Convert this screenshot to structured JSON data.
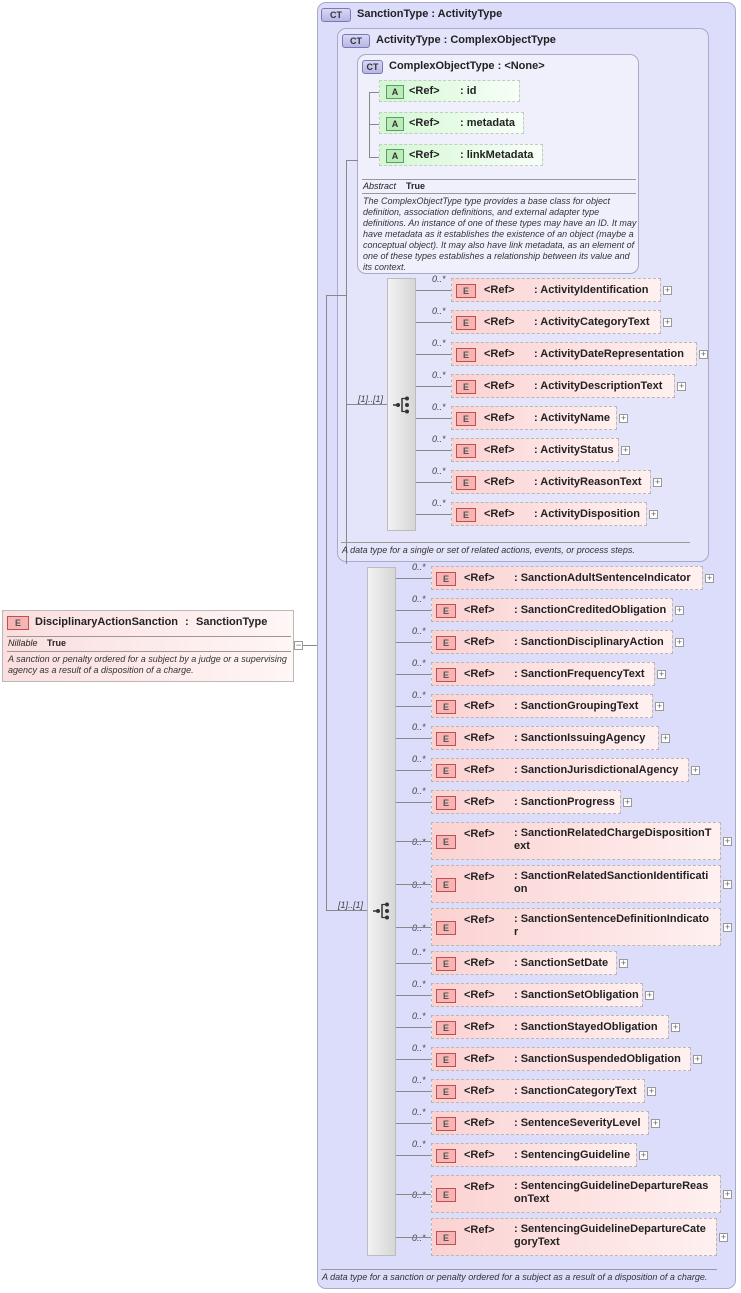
{
  "root": {
    "badge": "E",
    "name": "DisciplinaryActionSanction",
    "sep": ":",
    "type": "SanctionType",
    "nillable_label": "Nillable",
    "nillable_value": "True",
    "doc": "A sanction or penalty ordered for a subject by a judge or a supervising agency as a result of a disposition of a charge.",
    "collapse": "−"
  },
  "sanction_type": {
    "badge": "CT",
    "title": "SanctionType : ActivityType",
    "seq_card": "[1]..[1]",
    "doc": "A data type for a sanction or penalty ordered for a subject as a result of a disposition of a charge.",
    "elements": [
      {
        "card": "0..*",
        "ref": "<Ref>",
        "name": ": SanctionAdultSentenceIndicator"
      },
      {
        "card": "0..*",
        "ref": "<Ref>",
        "name": ": SanctionCreditedObligation"
      },
      {
        "card": "0..*",
        "ref": "<Ref>",
        "name": ": SanctionDisciplinaryAction"
      },
      {
        "card": "0..*",
        "ref": "<Ref>",
        "name": ": SanctionFrequencyText"
      },
      {
        "card": "0..*",
        "ref": "<Ref>",
        "name": ": SanctionGroupingText"
      },
      {
        "card": "0..*",
        "ref": "<Ref>",
        "name": ": SanctionIssuingAgency"
      },
      {
        "card": "0..*",
        "ref": "<Ref>",
        "name": ": SanctionJurisdictionalAgency"
      },
      {
        "card": "0..*",
        "ref": "<Ref>",
        "name": ": SanctionProgress"
      },
      {
        "card": "0..*",
        "ref": "<Ref>",
        "name": ": SanctionRelatedChargeDispositionT ext"
      },
      {
        "card": "0..*",
        "ref": "<Ref>",
        "name": ": SanctionRelatedSanctionIdentificati on"
      },
      {
        "card": "0..*",
        "ref": "<Ref>",
        "name": ": SanctionSentenceDefinitionIndicato r"
      },
      {
        "card": "0..*",
        "ref": "<Ref>",
        "name": ": SanctionSetDate"
      },
      {
        "card": "0..*",
        "ref": "<Ref>",
        "name": ": SanctionSetObligation"
      },
      {
        "card": "0..*",
        "ref": "<Ref>",
        "name": ": SanctionStayedObligation"
      },
      {
        "card": "0..*",
        "ref": "<Ref>",
        "name": ": SanctionSuspendedObligation"
      },
      {
        "card": "0..*",
        "ref": "<Ref>",
        "name": ": SanctionCategoryText"
      },
      {
        "card": "0..*",
        "ref": "<Ref>",
        "name": ": SentenceSeverityLevel"
      },
      {
        "card": "0..*",
        "ref": "<Ref>",
        "name": ": SentencingGuideline"
      },
      {
        "card": "0..*",
        "ref": "<Ref>",
        "name": ": SentencingGuidelineDepartureReas onText"
      },
      {
        "card": "0..*",
        "ref": "<Ref>",
        "name": ": SentencingGuidelineDepartureCate goryText"
      }
    ]
  },
  "activity_type": {
    "badge": "CT",
    "title": "ActivityType : ComplexObjectType",
    "seq_card": "[1]..[1]",
    "doc": "A data type for a single or set of related actions, events, or process steps.",
    "elements": [
      {
        "card": "0..*",
        "ref": "<Ref>",
        "name": ": ActivityIdentification"
      },
      {
        "card": "0..*",
        "ref": "<Ref>",
        "name": ": ActivityCategoryText"
      },
      {
        "card": "0..*",
        "ref": "<Ref>",
        "name": ": ActivityDateRepresentation"
      },
      {
        "card": "0..*",
        "ref": "<Ref>",
        "name": ": ActivityDescriptionText"
      },
      {
        "card": "0..*",
        "ref": "<Ref>",
        "name": ": ActivityName"
      },
      {
        "card": "0..*",
        "ref": "<Ref>",
        "name": ": ActivityStatus"
      },
      {
        "card": "0..*",
        "ref": "<Ref>",
        "name": ": ActivityReasonText"
      },
      {
        "card": "0..*",
        "ref": "<Ref>",
        "name": ": ActivityDisposition"
      }
    ]
  },
  "complex_object_type": {
    "badge": "CT",
    "title": "ComplexObjectType : <None>",
    "abstract_label": "Abstract",
    "abstract_value": "True",
    "doc": "The ComplexObjectType type provides a base class for object definition, association definitions, and external adapter type definitions. An instance of one of these types may have an ID. It may have metadata as it establishes the existence of an object (maybe a conceptual object). It may also have link metadata, as an element of one of these types establishes a relationship between its value and its context.",
    "attributes": [
      {
        "badge": "A",
        "ref": "<Ref>",
        "name": ": id"
      },
      {
        "badge": "A",
        "ref": "<Ref>",
        "name": ": metadata"
      },
      {
        "badge": "A",
        "ref": "<Ref>",
        "name": ": linkMetadata"
      }
    ]
  },
  "expand_symbol": "+",
  "element_badge": "E",
  "colors": {
    "element_fill": "#fbd2d2",
    "ct_fill": "#dcdcfb",
    "attr_fill": "#d4f7d4"
  }
}
